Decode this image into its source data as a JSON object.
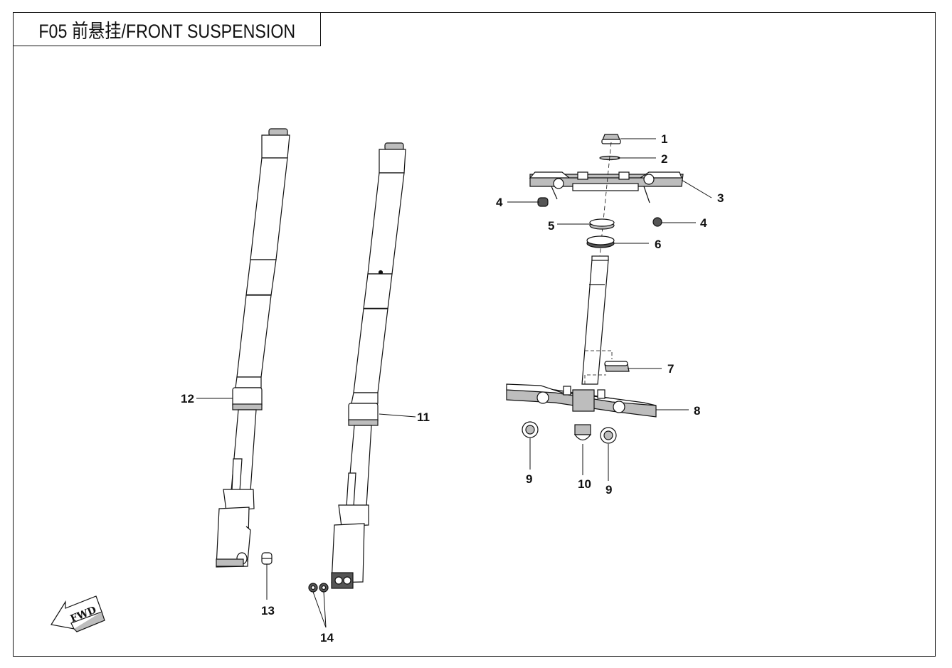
{
  "title": "F05 前悬挂/FRONT SUSPENSION",
  "fwd_label": "FWD",
  "callouts": {
    "c1": "1",
    "c2": "2",
    "c3": "3",
    "c4a": "4",
    "c4b": "4",
    "c5": "5",
    "c6": "6",
    "c7": "7",
    "c8": "8",
    "c9a": "9",
    "c9b": "9",
    "c10": "10",
    "c11": "11",
    "c12": "12",
    "c13": "13",
    "c14": "14"
  },
  "colors": {
    "line": "#111111",
    "fill": "#ffffff",
    "shade": "#bdbdbd",
    "dark": "#555555"
  },
  "icons": {
    "fwd": "fwd-arrow-icon"
  }
}
